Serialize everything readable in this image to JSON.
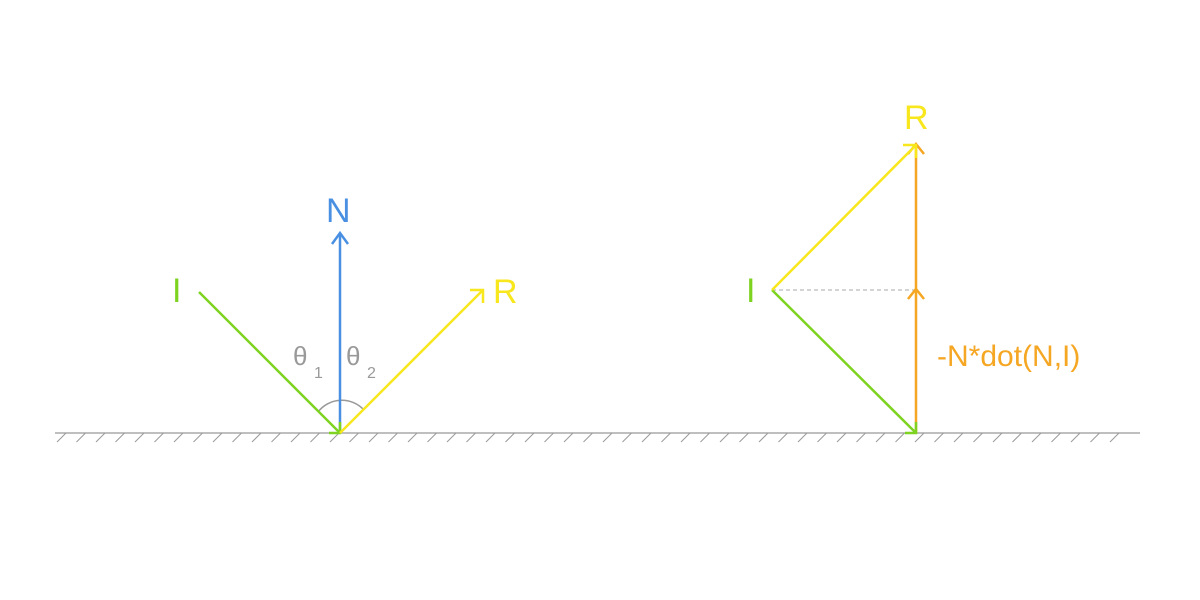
{
  "colors": {
    "incident": "#7ed321",
    "normal": "#4a90e2",
    "reflected": "#f8e71c",
    "projection": "#f5a623",
    "surface": "#999999",
    "angle": "#999999",
    "dashed": "#aaaaaa"
  },
  "left": {
    "incident_label": "I",
    "normal_label": "N",
    "reflected_label": "R",
    "theta1": "θ",
    "theta1_sub": "1",
    "theta2": "θ",
    "theta2_sub": "2"
  },
  "right": {
    "incident_label": "I",
    "reflected_label": "R",
    "projection_label": "-N*dot(N,I)"
  }
}
